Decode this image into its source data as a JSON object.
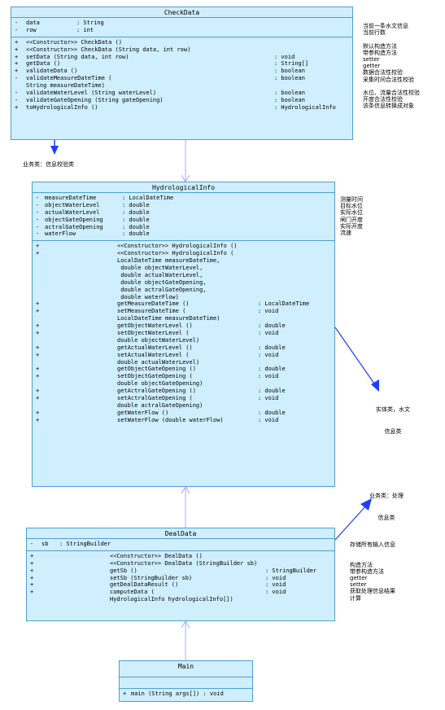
{
  "colors": {
    "class_fill": "#cfeefe",
    "class_border": "#4f9fd0",
    "association": "#1f3fff",
    "dependency": "#a6a6ff"
  },
  "classes": {
    "checkdata": {
      "name": "CheckData",
      "attributes": [
        {
          "vis": "-",
          "name": "data",
          "type": ": String"
        },
        {
          "vis": "-",
          "name": "row",
          "type": ": int"
        }
      ],
      "operations": [
        {
          "vis": "+",
          "name": "<<Constructor>> CheckData ()",
          "ret": ""
        },
        {
          "vis": "+",
          "name": "<<Constructor>> CheckData (String data, int row)",
          "ret": ""
        },
        {
          "vis": "+",
          "name": "setData (String data, int row)",
          "ret": ": void"
        },
        {
          "vis": "+",
          "name": "getData ()",
          "ret": ": String[]"
        },
        {
          "vis": "+",
          "name": "validateData ()",
          "ret": ": boolean"
        },
        {
          "vis": "-",
          "name": "validateMeasureDateTime (",
          "ret": ": boolean"
        },
        {
          "vis": "",
          "name": "String measureDateTime)",
          "ret": ""
        },
        {
          "vis": "-",
          "name": "validateWaterLevel (String waterLevel)",
          "ret": ": boolean"
        },
        {
          "vis": "-",
          "name": "validateGateOpening (String gateOpening)",
          "ret": ": boolean"
        },
        {
          "vis": "+",
          "name": "toHydrologicalInfo ()",
          "ret": ": HydrologicalInfo"
        }
      ]
    },
    "hydro": {
      "name": "HydrologicalInfo",
      "attributes": [
        {
          "vis": "-",
          "name": "measureDateTime",
          "type": ": LocalDateTime"
        },
        {
          "vis": "-",
          "name": "objectWaterLevel",
          "type": ": double"
        },
        {
          "vis": "-",
          "name": "actualWaterLevel",
          "type": ": double"
        },
        {
          "vis": "-",
          "name": "objectGateOpening",
          "type": ": double"
        },
        {
          "vis": "-",
          "name": "actralGateOpening",
          "type": ": double"
        },
        {
          "vis": "-",
          "name": "waterFlow",
          "type": ": double"
        }
      ],
      "operations": [
        {
          "vis": "+",
          "name": "<<Constructor>> HydrologicalInfo ()",
          "ret": ""
        },
        {
          "vis": "+",
          "name": "<<Constructor>> HydrologicalInfo (",
          "ret": ""
        },
        {
          "vis": "",
          "name": "LocalDateTime measureDateTime,",
          "ret": ""
        },
        {
          "vis": "",
          "name": " double objectWaterLevel,",
          "ret": ""
        },
        {
          "vis": "",
          "name": " double actualWaterLevel,",
          "ret": ""
        },
        {
          "vis": "",
          "name": " double objectGateOpening,",
          "ret": ""
        },
        {
          "vis": "",
          "name": " double actralGateOpening,",
          "ret": ""
        },
        {
          "vis": "",
          "name": " double waterFlow)",
          "ret": ""
        },
        {
          "vis": "+",
          "name": "getMeasureDateTime ()",
          "ret": ": LocalDateTime"
        },
        {
          "vis": "+",
          "name": "setMeasureDateTime (",
          "ret": ": void"
        },
        {
          "vis": "",
          "name": "LocalDateTime measureDateTime)",
          "ret": ""
        },
        {
          "vis": "+",
          "name": "getObjectWaterLevel ()",
          "ret": ": double"
        },
        {
          "vis": "+",
          "name": "setObjectWaterLevel (",
          "ret": ": void"
        },
        {
          "vis": "",
          "name": "double objectWaterLevel)",
          "ret": ""
        },
        {
          "vis": "+",
          "name": "getActualWaterLevel ()",
          "ret": ": double"
        },
        {
          "vis": "+",
          "name": "setActualWaterLevel (",
          "ret": ": void"
        },
        {
          "vis": "",
          "name": "double actualWaterLevel)",
          "ret": ""
        },
        {
          "vis": "+",
          "name": "getObjectGateOpening ()",
          "ret": ": double"
        },
        {
          "vis": "+",
          "name": "setObjectGateOpening (",
          "ret": ": void"
        },
        {
          "vis": "",
          "name": "double objectGateOpening)",
          "ret": ""
        },
        {
          "vis": "+",
          "name": "getActralGateOpening ()",
          "ret": ": double"
        },
        {
          "vis": "+",
          "name": "setActralGateOpening (",
          "ret": ": void"
        },
        {
          "vis": "",
          "name": "double actralGateOpening)",
          "ret": ""
        },
        {
          "vis": "+",
          "name": "getWaterFlow ()",
          "ret": ": double"
        },
        {
          "vis": "+",
          "name": "setWaterFlow (double waterFlow)",
          "ret": ": void"
        }
      ]
    },
    "dealdata": {
      "name": "DealData",
      "attributes": [
        {
          "vis": "-",
          "name": "sb",
          "type": ": StringBuilder"
        }
      ],
      "operations": [
        {
          "vis": "+",
          "name": "<<Constructor>> DealData ()",
          "ret": ""
        },
        {
          "vis": "+",
          "name": "<<Constructor>> DealData (StringBuilder sb)",
          "ret": ""
        },
        {
          "vis": "+",
          "name": "getSb ()",
          "ret": ": StringBuilder"
        },
        {
          "vis": "+",
          "name": "setSb (StringBuilder sb)",
          "ret": ": void"
        },
        {
          "vis": "+",
          "name": "getDealDataResult ()",
          "ret": ": void"
        },
        {
          "vis": "+",
          "name": "computeData (",
          "ret": ": void"
        },
        {
          "vis": "",
          "name": "HydrologicalInfo hydrologicalInfo[])",
          "ret": ""
        }
      ]
    },
    "main": {
      "name": "Main",
      "attributes": [],
      "operations": [
        {
          "vis": "+",
          "name": "main (String args[]) : void",
          "ret": ""
        }
      ]
    }
  },
  "notes": {
    "checkdata": [
      "当前一条水文信息",
      "当前行数",
      "",
      "默认构造方法",
      "带参构造方法",
      "setter",
      "getter",
      "数据合法性校验",
      "采集时间合法性校验",
      "",
      "水位、流量合法性校验",
      "开度合法性校验",
      "该条信息转换成对象"
    ],
    "hydro": [
      "测量时间",
      "目标水位",
      "实际水位",
      "闸门开度",
      "实际开度",
      "流速"
    ],
    "dealdata": [
      "存储所有输入信息",
      "",
      "",
      "构造方法",
      "带参构造方法",
      "getter",
      "setter",
      "获取处理信息结果",
      "计算"
    ]
  },
  "labels": {
    "checkdata_role": "业务类：信息校验类",
    "hydro_role": [
      "实体类，水文",
      "信息类"
    ],
    "dealdata_role": [
      "业务类：处理",
      "信息类"
    ]
  }
}
